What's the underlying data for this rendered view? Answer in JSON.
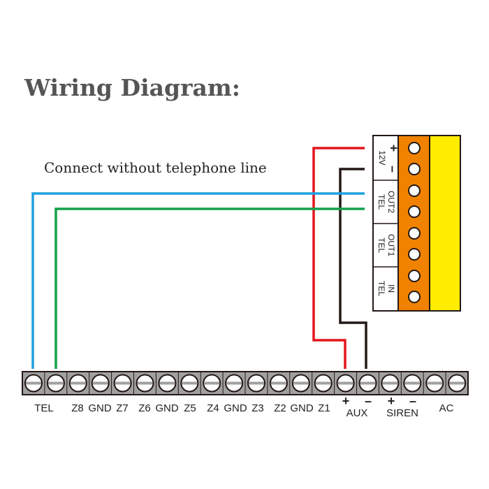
{
  "title": "Wiring Diagram:",
  "subtitle": "Connect without telephone line",
  "colors": {
    "red": "#e3161d",
    "black": "#231815",
    "blue": "#1ea0e0",
    "green": "#14a04a",
    "orange": "#f08200",
    "yellow": "#ffec00",
    "terminal": "#a0a0a0"
  },
  "module": {
    "groups": [
      {
        "label1": "+",
        "label2": "12V",
        "label3": "–"
      },
      {
        "label1": "OUT2",
        "label2": "TEL"
      },
      {
        "label1": "OUT1",
        "label2": "TEL"
      },
      {
        "label1": "IN",
        "label2": "TEL"
      }
    ]
  },
  "strip": {
    "labels": [
      "TEL",
      "Z8",
      "GND",
      "Z7",
      "Z6",
      "GND",
      "Z5",
      "Z4",
      "GND",
      "Z3",
      "Z2",
      "GND",
      "Z1",
      "AC"
    ],
    "aux": {
      "plus": "+",
      "minus": "–",
      "label": "AUX"
    },
    "siren": {
      "plus": "+",
      "minus": "–",
      "label": "SIREN"
    }
  }
}
